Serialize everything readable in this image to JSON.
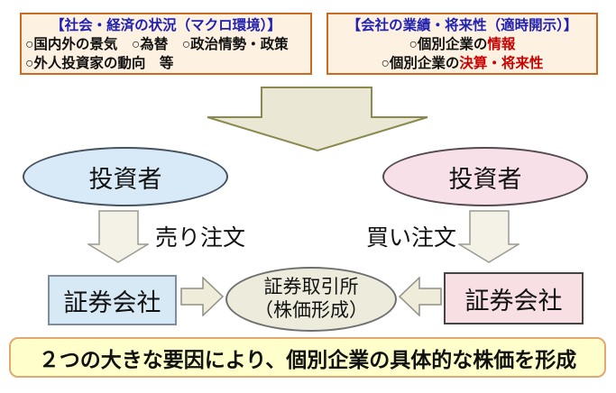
{
  "macro_box": {
    "title": "【社会・経済の状況（マクロ環境）】",
    "line1": "○国内外の景気　○為替　○政治情勢・政策",
    "line2": "○外人投資家の動向　等"
  },
  "company_box": {
    "title": "【会社の業績・将来性（適時開示）】",
    "line1_prefix": "○個別企業の",
    "line1_highlight": "情報",
    "line2_prefix": "○個別企業の",
    "line2_highlight": "決算・将来性"
  },
  "investors": {
    "left_label": "投資者",
    "right_label": "投資者"
  },
  "orders": {
    "sell_label": "売り注文",
    "buy_label": "買い注文"
  },
  "brokers": {
    "left_label": "証券会社",
    "right_label": "証券会社"
  },
  "exchange": {
    "line1": "証券取引所",
    "line2": "（株価形成）"
  },
  "conclusion": {
    "text": "２つの大きな要因により、個別企業の具体的な株価を形成"
  },
  "colors": {
    "title_blue": "#2121b0",
    "highlight_red": "#cc0000",
    "factor_border_orange": "#cc6a1f",
    "factor_fill_cream": "#fdf2e2",
    "investor_left_fill": "#d8e9f8",
    "investor_right_fill": "#f7e0e7",
    "exchange_fill": "#edebdc",
    "big_arrow_fill": "#ebe7d5",
    "big_arrow_border": "#8a8a4f",
    "conclusion_fill": "#ffffcb",
    "conclusion_border": "#e2a870"
  }
}
